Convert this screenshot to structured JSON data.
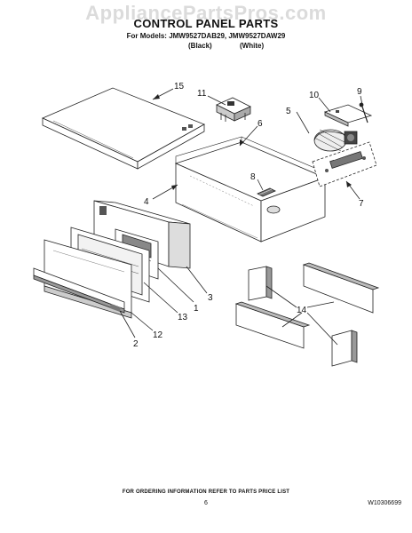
{
  "watermark": "AppliancePartsPros.com",
  "header": {
    "title": "CONTROL PANEL PARTS",
    "models": "For Models: JMW9527DAB29, JMW9527DAW29",
    "variant_black": "(Black)",
    "variant_white": "(White)"
  },
  "callouts": [
    "15",
    "11",
    "10",
    "9",
    "5",
    "6",
    "8",
    "4",
    "7",
    "3",
    "1",
    "13",
    "12",
    "2",
    "14"
  ],
  "footer": {
    "note": "FOR ORDERING INFORMATION REFER TO PARTS PRICE LIST",
    "page_number": "6",
    "doc_id": "W10306699"
  }
}
